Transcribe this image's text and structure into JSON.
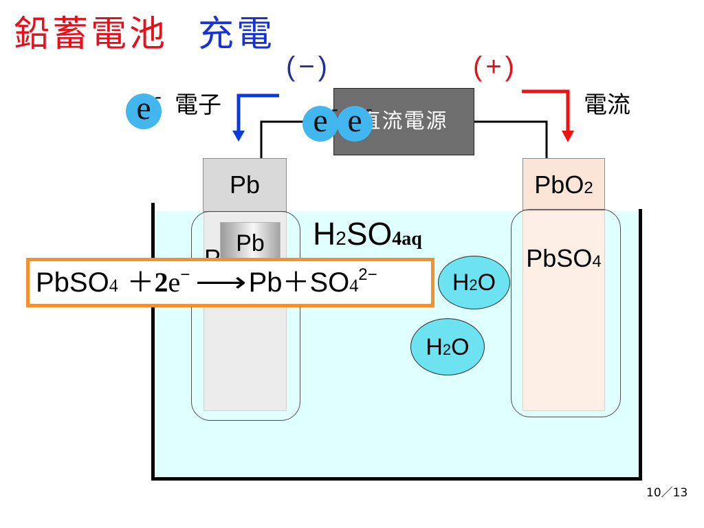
{
  "title": {
    "main": "鉛蓄電池",
    "sub": "充電"
  },
  "terminals": {
    "negative": "(−)",
    "positive": "(+)"
  },
  "flow_labels": {
    "electron": "電子",
    "current": "電流"
  },
  "electron_badge": {
    "letter": "e",
    "charge": "-"
  },
  "power_source": {
    "label": "直流電源"
  },
  "negative_electrode": {
    "top_label": "Pb",
    "inner_label": "Pb",
    "partial_label": "P"
  },
  "positive_electrode": {
    "top_label": "PbO",
    "top_label_sub": "2",
    "label": "PbSO",
    "label_sub": "4"
  },
  "electrolyte": {
    "h": "H",
    "h_sub": "2",
    "so": "SO",
    "so_sub": "4aq"
  },
  "equation": {
    "reactant": "PbSO",
    "reactant_sub": "4",
    "plus": " ＋",
    "coefficient": "2",
    "electron": "e",
    "electron_charge": "−",
    "arrow": "⟶",
    "products": "Pb＋SO",
    "products_sub": "4",
    "products_charge": "2−"
  },
  "water_molecules": [
    {
      "h": "H",
      "sub": "2",
      "o": "O"
    },
    {
      "h": "H",
      "sub": "2",
      "o": "O"
    }
  ],
  "page_number": "10／13",
  "colors": {
    "title_main": "#e60f1a",
    "title_sub": "#1733d6",
    "negative_terminal": "#1f2f9e",
    "positive_terminal": "#e60f1a",
    "electron_arrow": "#0b3bd6",
    "current_arrow": "#f01111",
    "electron_badge": "#42b6ee",
    "power_source": "#6e6e6e",
    "electrolyte": "#e0ffff",
    "negative_electrode": "#d9d9d9",
    "positive_electrode": "#fce4d6",
    "equation_border": "#f39130",
    "water": "#6de3f2"
  }
}
